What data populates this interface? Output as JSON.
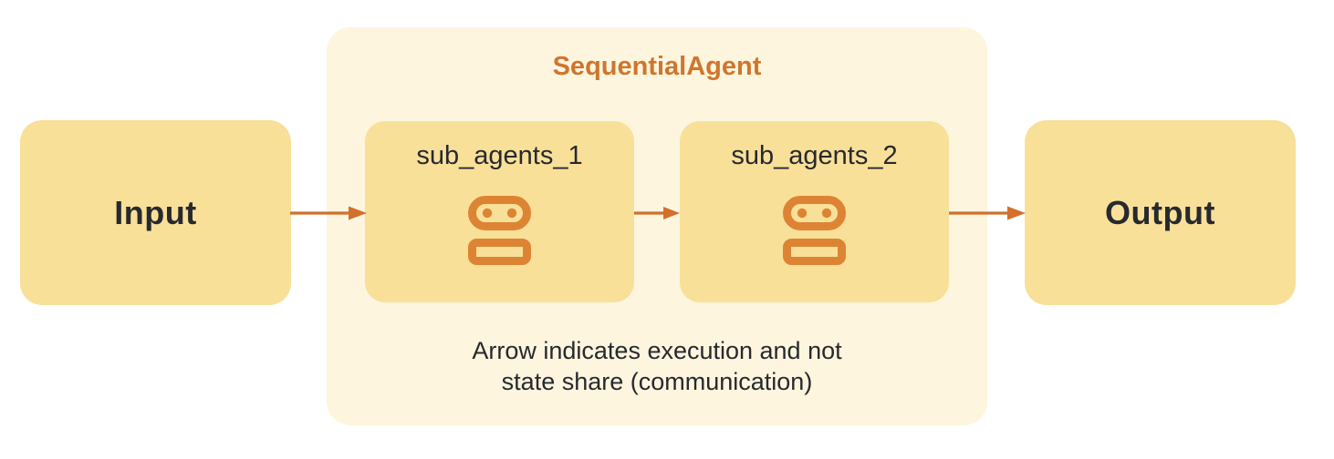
{
  "diagram": {
    "title": "SequentialAgent",
    "input_label": "Input",
    "output_label": "Output",
    "sub_agents": [
      {
        "label": "sub_agents_1",
        "icon": "robot-icon"
      },
      {
        "label": "sub_agents_2",
        "icon": "robot-icon"
      }
    ],
    "note_line1": "Arrow indicates execution and not",
    "note_line2": "state share (communication)",
    "arrows": [
      {
        "from": "Input",
        "to": "sub_agents_1"
      },
      {
        "from": "sub_agents_1",
        "to": "sub_agents_2"
      },
      {
        "from": "sub_agents_2",
        "to": "Output"
      }
    ],
    "colors": {
      "box_fill": "#F8E099",
      "container_fill": "#FDF5DE",
      "title_orange": "#CE762E",
      "arrow_orange": "#D2702C",
      "icon_orange": "#DD8434",
      "text_dark": "#27292E"
    }
  }
}
